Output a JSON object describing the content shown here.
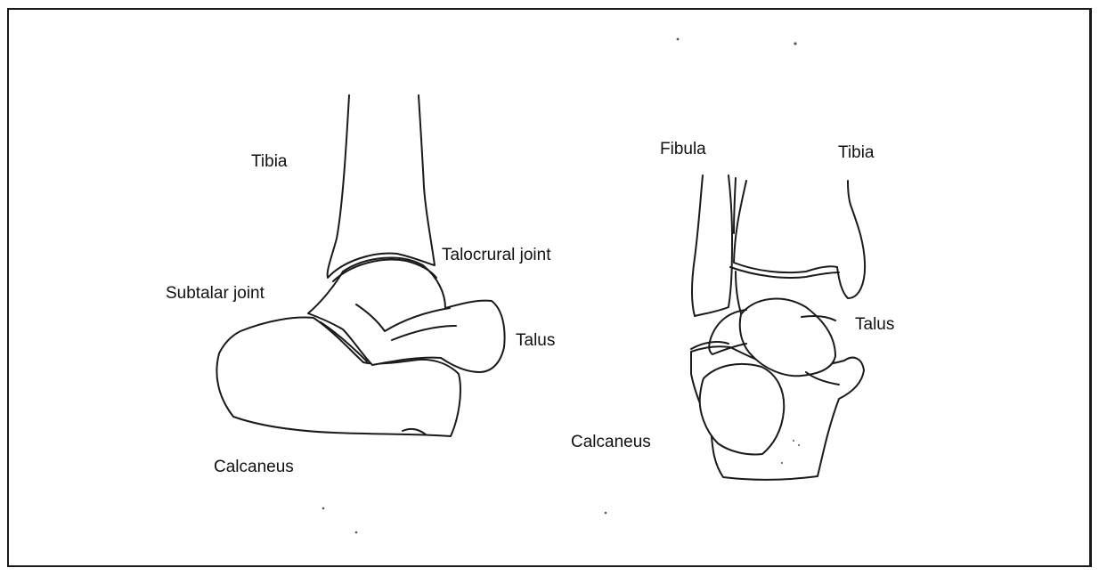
{
  "figure": {
    "lateral_view": {
      "labels": {
        "tibia": "Tibia",
        "talocrural_joint": "Talocrural joint",
        "subtalar_joint": "Subtalar joint",
        "talus": "Talus",
        "calcaneus": "Calcaneus"
      }
    },
    "posterior_view": {
      "labels": {
        "fibula": "Fibula",
        "tibia": "Tibia",
        "talus": "Talus",
        "calcaneus": "Calcaneus"
      }
    }
  }
}
